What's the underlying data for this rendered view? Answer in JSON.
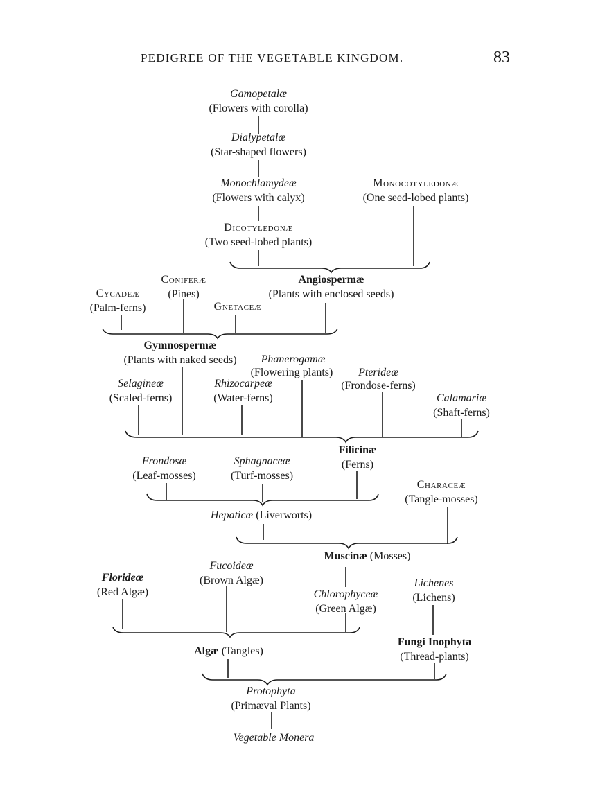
{
  "header": {
    "title": "PEDIGREE OF THE VEGETABLE KINGDOM.",
    "page_number": "83"
  },
  "nodes": {
    "gamopetalae": {
      "name": "Gamopetalæ",
      "desc": "(Flowers with corolla)"
    },
    "dialypetalae": {
      "name": "Dialypetalæ",
      "desc": "(Star-shaped flowers)"
    },
    "monochlamydeae": {
      "name": "Monochlamydeæ",
      "desc": "(Flowers with calyx)"
    },
    "monocotyledonae": {
      "name": "Monocotyledonæ",
      "desc": "(One seed-lobed plants)"
    },
    "dicotyledonae": {
      "name": "Dicotyledonæ",
      "desc": "(Two seed-lobed plants)"
    },
    "coniferae": {
      "name": "Coniferæ",
      "desc": "(Pines)"
    },
    "angiospermae": {
      "name": "Angiospermæ",
      "desc": "(Plants with enclosed seeds)"
    },
    "cycadeae": {
      "name": "Cycadeæ",
      "desc": "(Palm-ferns)"
    },
    "gnetaceae": {
      "name": "Gnetaceæ"
    },
    "gymnospermae": {
      "name": "Gymnospermæ",
      "desc": "(Plants with naked seeds)"
    },
    "phanerogamae": {
      "name": "Phanerogamæ",
      "desc": "(Flowering plants)"
    },
    "pterideae": {
      "name": "Pterideæ",
      "desc": "(Frondose-ferns)"
    },
    "selagineae": {
      "name": "Selagineæ",
      "desc": "(Scaled-ferns)"
    },
    "rhizocarpeae": {
      "name": "Rhizocarpeæ",
      "desc": "(Water-ferns)"
    },
    "calamariae": {
      "name": "Calamariæ",
      "desc": "(Shaft-ferns)"
    },
    "filicinae": {
      "name": "Filicinæ",
      "desc": "(Ferns)"
    },
    "frondosae": {
      "name": "Frondosæ",
      "desc": "(Leaf-mosses)"
    },
    "sphagnaceae": {
      "name": "Sphagnaceæ",
      "desc": "(Turf-mosses)"
    },
    "characeae": {
      "name": "Characeæ",
      "desc": "(Tangle-mosses)"
    },
    "hepaticae": {
      "name": "Hepaticæ",
      "desc": "(Liverworts)"
    },
    "muscinae": {
      "name": "Muscinæ",
      "desc": "(Mosses)"
    },
    "florideae": {
      "name": "Florideæ",
      "desc": "(Red Algæ)"
    },
    "fucoideae": {
      "name": "Fucoideæ",
      "desc": "(Brown Algæ)"
    },
    "lichenes": {
      "name": "Lichenes",
      "desc": "(Lichens)"
    },
    "chlorophyceae": {
      "name": "Chlorophyceæ",
      "desc": "(Green Algæ)"
    },
    "algae": {
      "name": "Algæ",
      "desc": "(Tangles)"
    },
    "fungi": {
      "name": "Fungi Inophyta",
      "desc": "(Thread-plants)"
    },
    "protophyta": {
      "name": "Protophyta",
      "desc": "(Primæval Plants)"
    },
    "monera": {
      "name": "Vegetable Monera"
    }
  }
}
